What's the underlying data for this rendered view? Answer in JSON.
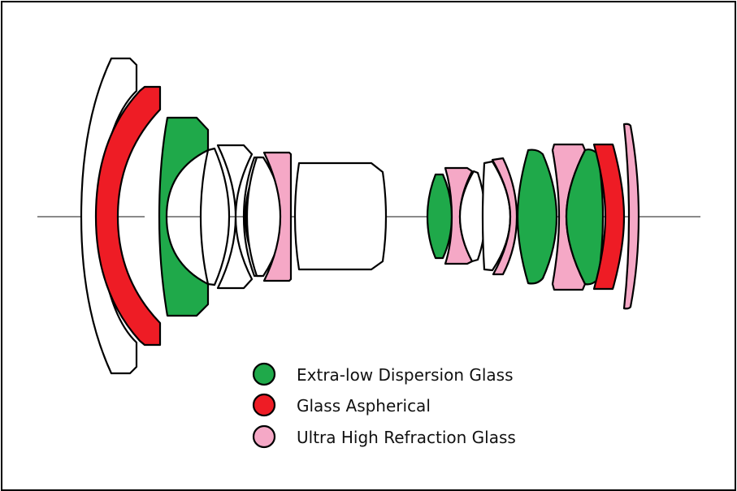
{
  "title": "Lens construction diagram",
  "colors": {
    "ed": "#1fa94a",
    "asph": "#ee1c25",
    "uhr": "#f5a8c6",
    "plain": "#ffffff",
    "axis": "#8a8a8a"
  },
  "legend": [
    {
      "label": "Extra-low Dispersion Glass",
      "type": "ed"
    },
    {
      "label": "Glass Aspherical",
      "type": "asph"
    },
    {
      "label": "Ultra High Refraction Glass",
      "type": "uhr"
    }
  ],
  "elements": [
    {
      "name": "front-meniscus",
      "type": "plain"
    },
    {
      "name": "aspherical-meniscus-front",
      "type": "asph"
    },
    {
      "name": "ed-front-element",
      "type": "ed"
    },
    {
      "name": "biconvex-element-1",
      "type": "plain"
    },
    {
      "name": "meniscus-element-2",
      "type": "plain"
    },
    {
      "name": "meniscus-element-3",
      "type": "plain"
    },
    {
      "name": "uhr-front-element",
      "type": "uhr"
    },
    {
      "name": "thick-block-element",
      "type": "plain"
    },
    {
      "name": "ed-rear-element-1",
      "type": "ed"
    },
    {
      "name": "uhr-rear-element-1",
      "type": "uhr"
    },
    {
      "name": "biconvex-rear-element",
      "type": "plain"
    },
    {
      "name": "meniscus-rear-element",
      "type": "plain"
    },
    {
      "name": "uhr-rear-element-2",
      "type": "uhr"
    },
    {
      "name": "ed-rear-element-2",
      "type": "ed"
    },
    {
      "name": "uhr-rear-element-3",
      "type": "uhr"
    },
    {
      "name": "ed-rear-element-3",
      "type": "ed"
    },
    {
      "name": "aspherical-rear-element",
      "type": "asph"
    },
    {
      "name": "uhr-rear-element-4",
      "type": "uhr"
    }
  ]
}
